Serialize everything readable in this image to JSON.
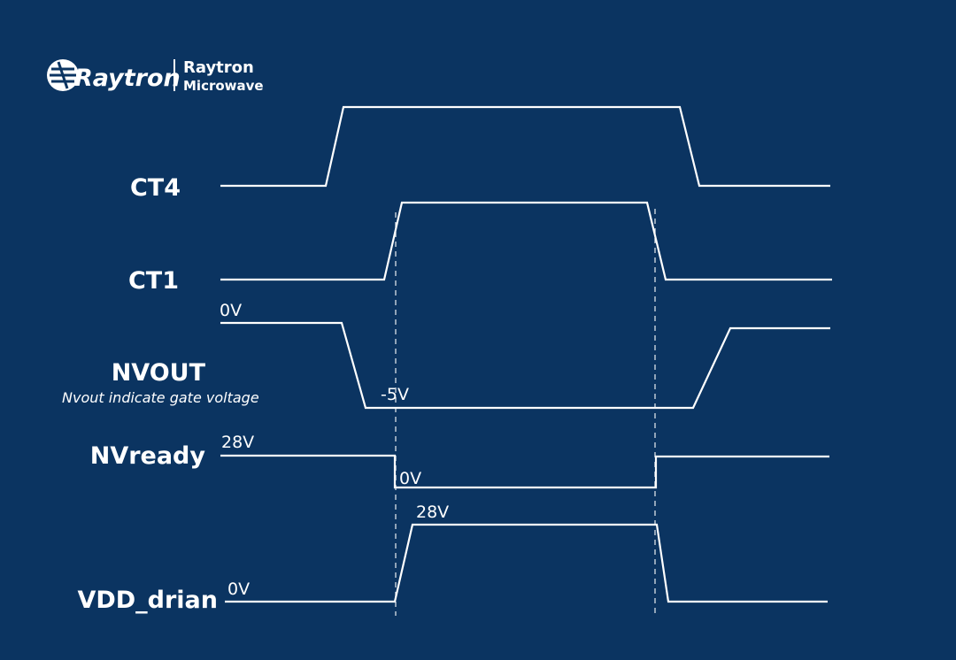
{
  "logo": {
    "wordmark": "Raytron",
    "company": "Raytron",
    "division": "Microwave"
  },
  "signals": {
    "ct4": {
      "label": "CT4"
    },
    "ct1": {
      "label": "CT1"
    },
    "nvout": {
      "label": "NVOUT",
      "note": "Nvout indicate gate voltage",
      "level_high": "0V",
      "level_low": "-5V"
    },
    "nvready": {
      "label": "NVready",
      "level_high": "28V",
      "level_low": "0V"
    },
    "vdd": {
      "label": "VDD_drian",
      "level_low": "0V",
      "level_high": "28V"
    }
  },
  "colors": {
    "background": "#0b3461",
    "foreground": "#ffffff"
  }
}
